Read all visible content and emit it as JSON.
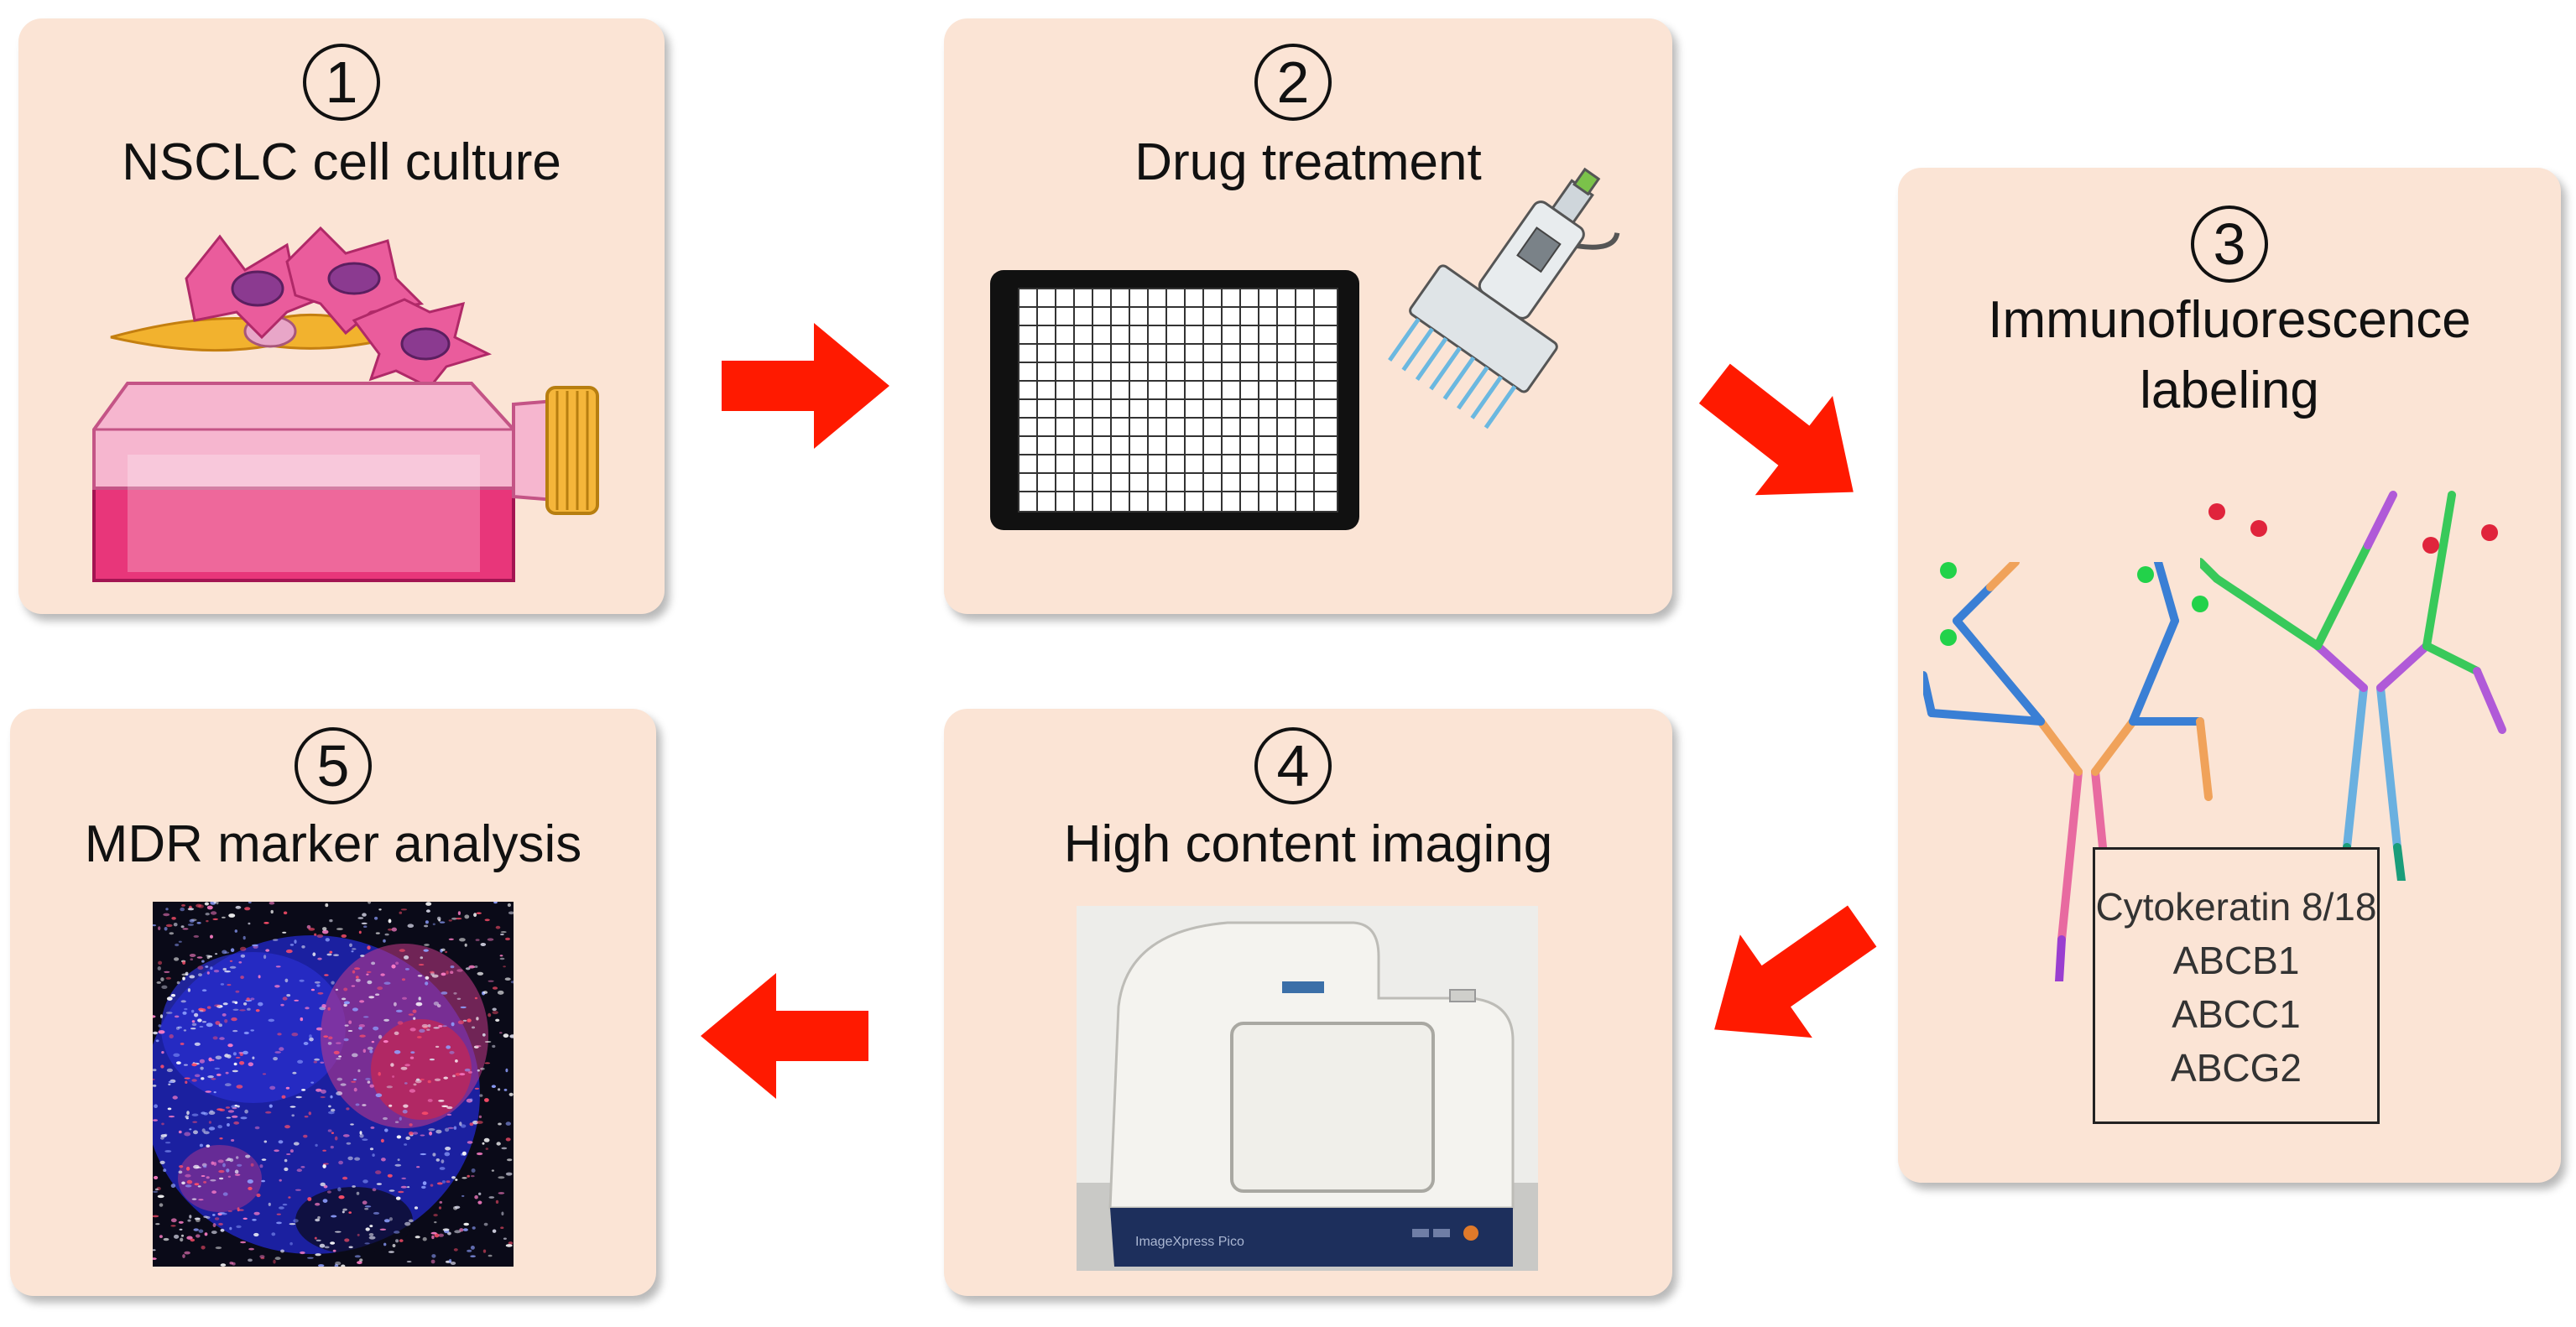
{
  "steps": [
    {
      "number": "1",
      "title": "NSCLC cell culture"
    },
    {
      "number": "2",
      "title": "Drug treatment"
    },
    {
      "number": "3",
      "title": "Immunofluorescence labeling"
    },
    {
      "number": "4",
      "title": "High content imaging"
    },
    {
      "number": "5",
      "title": "MDR marker analysis"
    }
  ],
  "markers": [
    "Cytokeratin 8/18",
    "ABCB1",
    "ABCC1",
    "ABCG2"
  ],
  "colors": {
    "panel": "#fbe4d5",
    "arrow": "#ff1a00",
    "flask_pink": "#e8367a",
    "cell_pink": "#e8559a",
    "antibody_blue": "#3a7fd5",
    "antibody_green": "#38c95a",
    "antibody_orange": "#f0a25a",
    "antibody_purple": "#b05ad8",
    "dot_red": "#e0243c",
    "dot_green": "#22d24a"
  },
  "instrument": {
    "label": "ImageXpress Pico"
  }
}
